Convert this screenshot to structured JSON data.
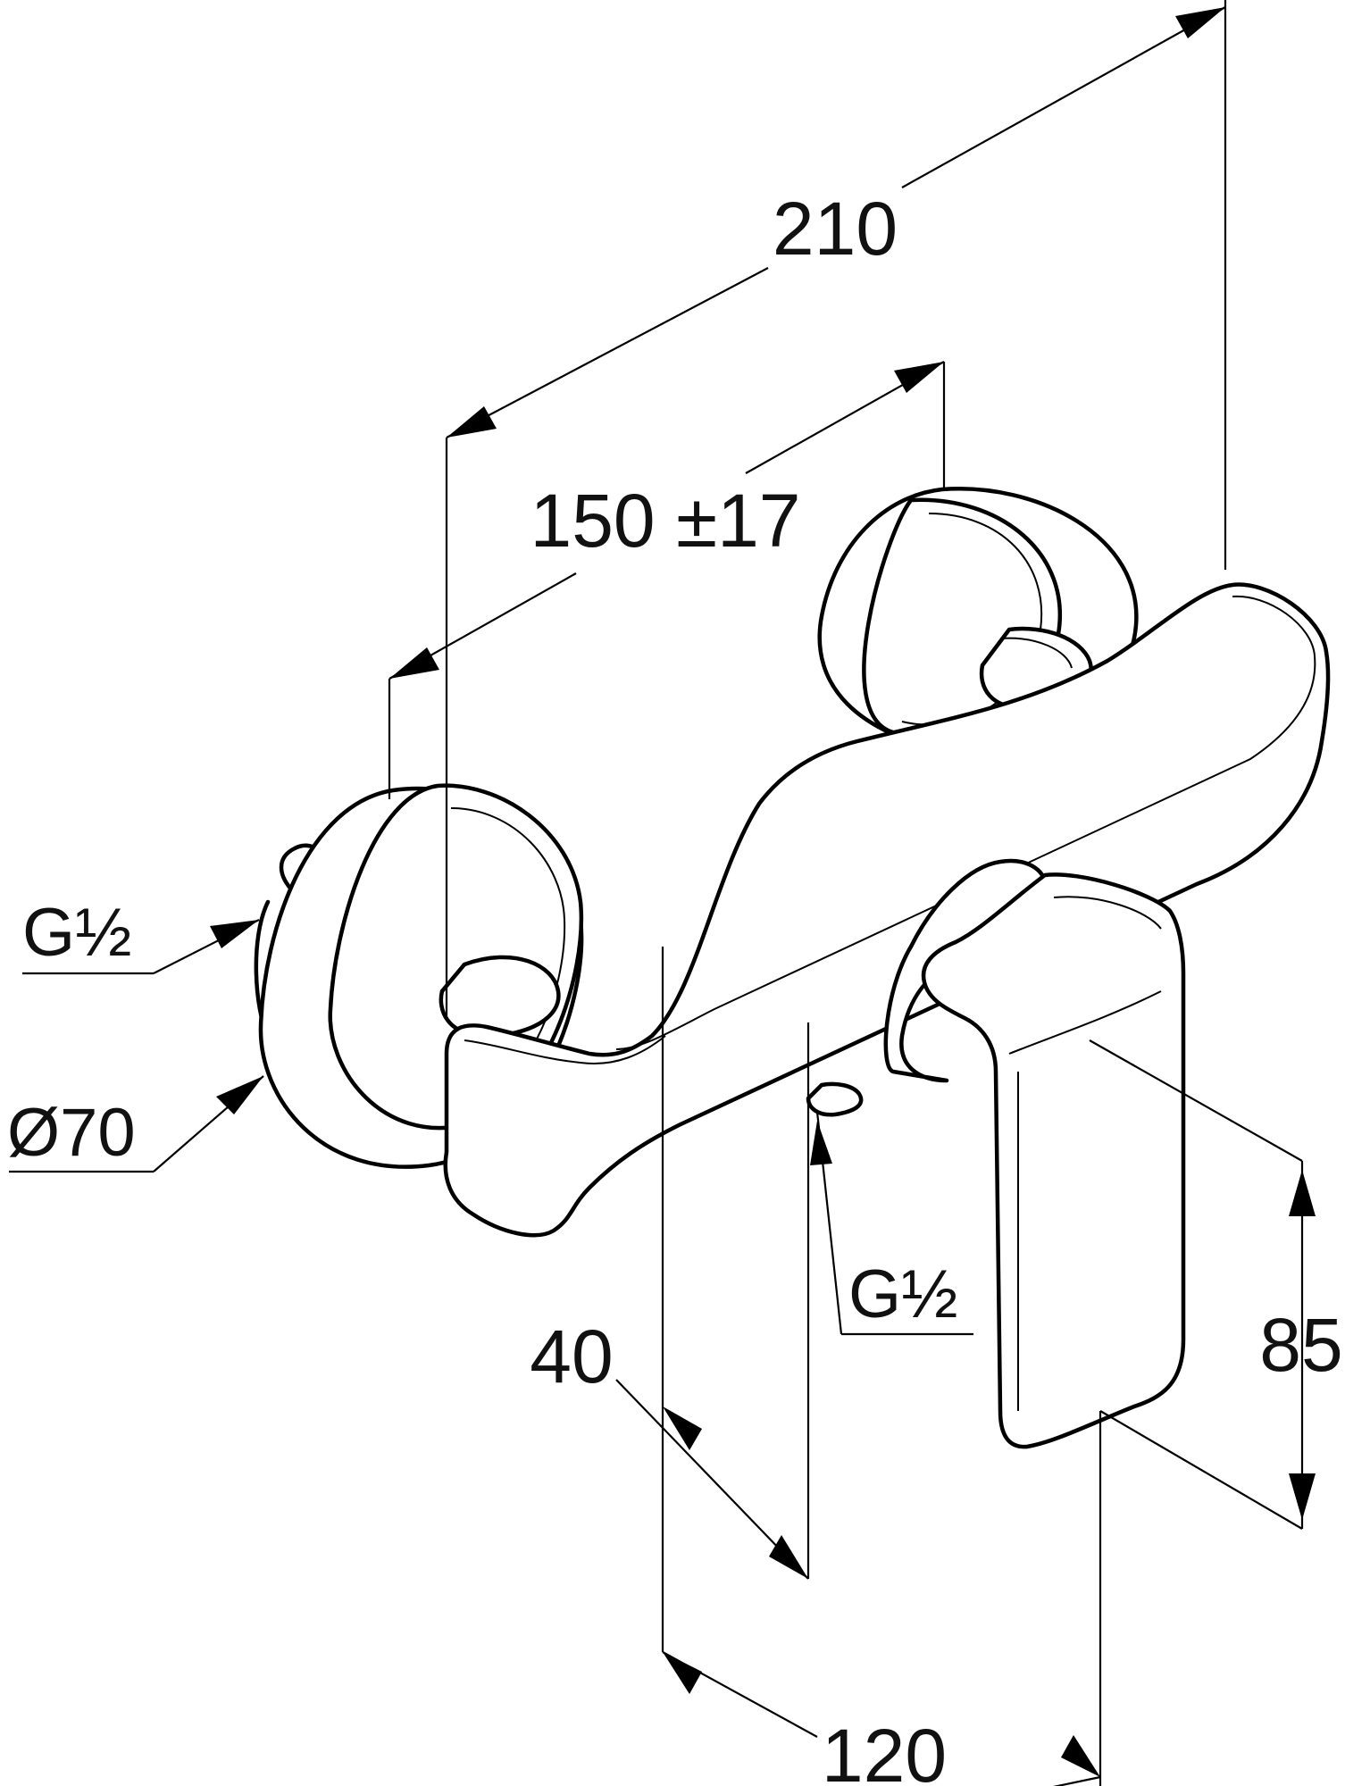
{
  "dimensions": {
    "overall_depth": "210",
    "connection_spacing": "150 ±17",
    "wall_offset": "40",
    "body_depth": "120",
    "lever_height": "85"
  },
  "labels": {
    "inlet_thread": "G½",
    "rosette_diameter": "Ø70",
    "outlet_thread": "G½"
  }
}
